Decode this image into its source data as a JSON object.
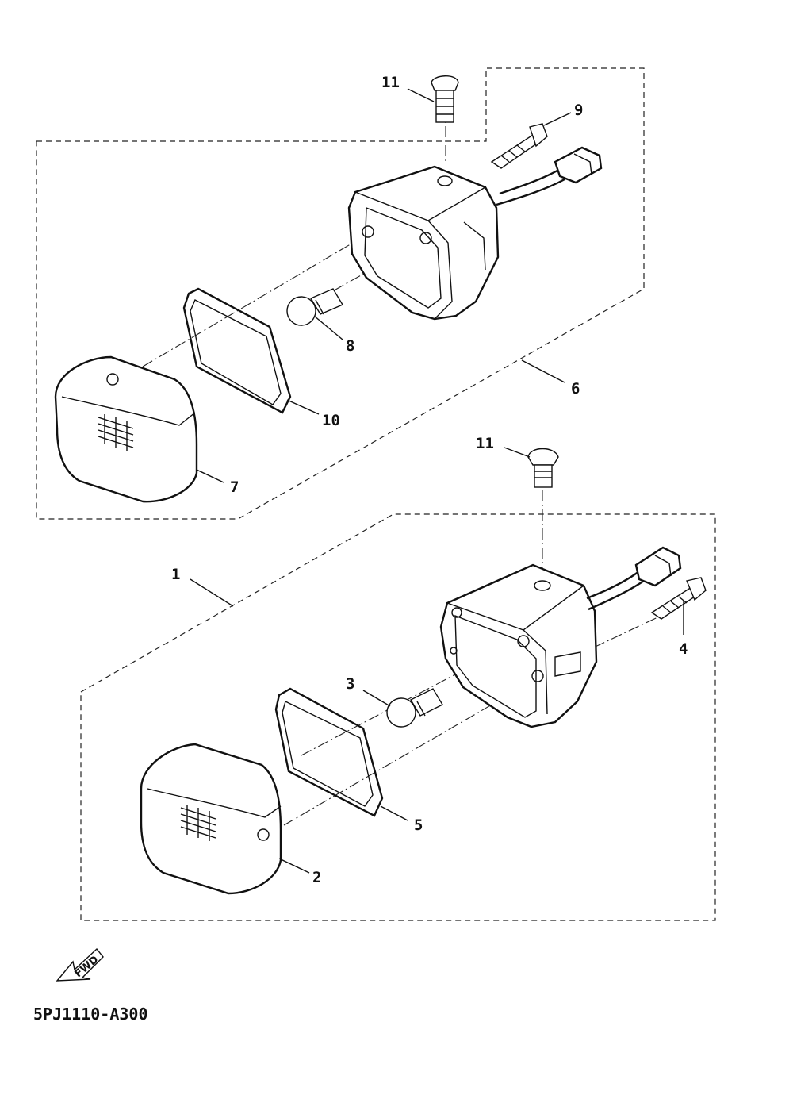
{
  "diagram": {
    "part_code": "5PJ1110-A300",
    "direction_label": "FWD",
    "callouts": {
      "c1": "1",
      "c2": "2",
      "c3": "3",
      "c4": "4",
      "c5": "5",
      "c6": "6",
      "c7": "7",
      "c8": "8",
      "c9": "9",
      "c10": "10",
      "c11_top": "11",
      "c11_bottom": "11"
    }
  }
}
